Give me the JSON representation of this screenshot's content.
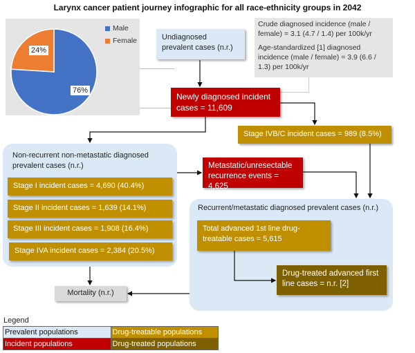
{
  "title": "Larynx cancer patient journey infographic for all race-ethnicity groups in 2042",
  "chart_data": {
    "type": "pie",
    "title": "",
    "categories": [
      "Male",
      "Female"
    ],
    "values": [
      76,
      24
    ],
    "labels": [
      "76%",
      "24%"
    ],
    "colors": [
      "#4472c4",
      "#ed7d31"
    ],
    "legend_position": "top-right"
  },
  "nodes": {
    "undiagnosed": "Undiagnosed prevalent cases (n.r.)",
    "incidence_crude": "Crude diagnosed incidence (male / female) = 3.1 (4.7 / 1.4) per 100k/yr",
    "incidence_age": "Age-standardized [1] diagnosed incidence (male / female) = 3.9 (6.6 / 1.3) per 100k/yr",
    "newly_diagnosed": "Newly diagnosed incident cases = 11,609",
    "stage_ivbc": "Stage IVB/C incident cases = 989 (8.5%)",
    "nonrecurrent_title": "Non-recurrent non-metastatic diagnosed prevalent cases (n.r.)",
    "stages": [
      "Stage I incident cases = 4,690 (40.4%)",
      "Stage II incident cases = 1,639 (14.1%)",
      "Stage III incident cases = 1,908 (16.4%)",
      "Stage IVA incident cases = 2,384 (20.5%)"
    ],
    "metastatic_recurrence": "Metastatic/unresectable recurrence events = 4,625",
    "recurrent_title": "Recurrent/metastatic diagnosed prevalent cases (n.r.)",
    "total_advanced": "Total advanced 1st line drug-treatable cases = 5,615",
    "drug_treated": "Drug-treated advanced first line cases = n.r. [2]",
    "mortality": "Mortality (n.r.)"
  },
  "legend": {
    "title": "Legend",
    "items": [
      {
        "label": "Prevalent populations",
        "color": "#dbe9f6"
      },
      {
        "label": "Drug-treatable populations",
        "color": "#bf8f00"
      },
      {
        "label": "Incident populations",
        "color": "#c00000"
      },
      {
        "label": "Drug-treated populations",
        "color": "#7f6000"
      }
    ]
  }
}
